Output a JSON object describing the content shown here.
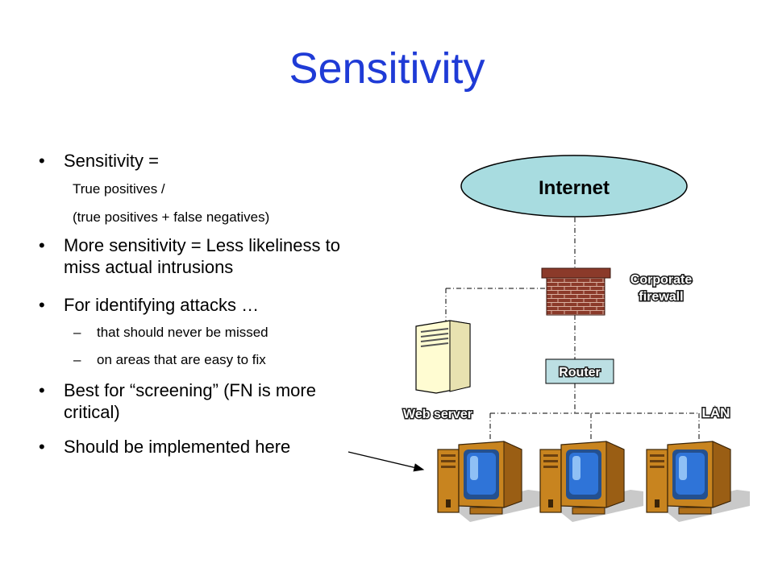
{
  "slide": {
    "title": "Sensitivity"
  },
  "bullets": [
    {
      "text": "Sensitivity =",
      "subs": [
        "True positives /",
        "(true positives + false negatives)"
      ]
    },
    {
      "lines": [
        "More sensitivity = Less likeliness to",
        "miss actual intrusions"
      ]
    },
    {
      "text": "For identifying attacks …",
      "dashes": [
        "that should never be missed",
        "on areas that are easy to fix"
      ]
    },
    {
      "lines": [
        "Best for “screening” (FN is more",
        "critical)"
      ]
    },
    {
      "text": "Should be implemented here"
    }
  ],
  "diagram": {
    "internet_label": "Internet",
    "firewall_label_line1": "Corporate",
    "firewall_label_line2": "firewall",
    "router_label": "Router",
    "webserver_label": "Web server",
    "lan_label": "LAN",
    "colors": {
      "cloud_fill": "#a8dce0",
      "brick_fill": "#8b3a2a",
      "router_fill": "#bcdfe3",
      "server_fill": "#fffcd2",
      "monitor_body": "#c8841f",
      "screen": "#2f74d8",
      "shadow": "#c9c9c9"
    }
  }
}
